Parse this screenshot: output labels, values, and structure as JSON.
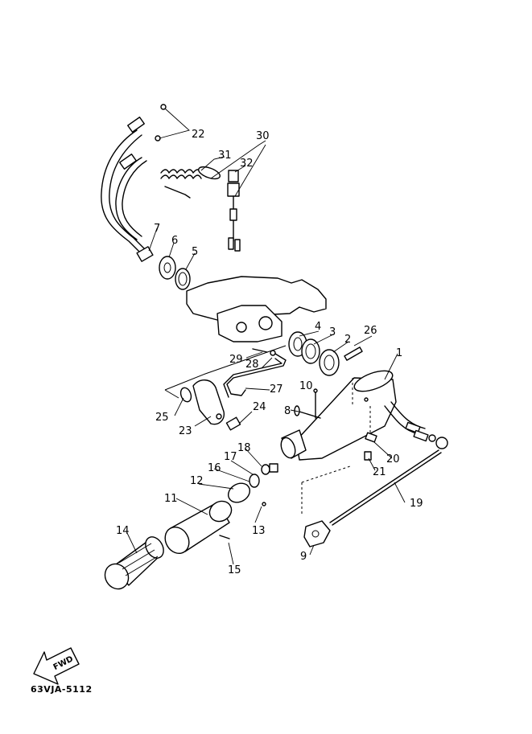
{
  "diagram": {
    "doc_code": "63VJA-5112",
    "fwd_label": "FWD",
    "parts": [
      {
        "id": "p1",
        "label": "1"
      },
      {
        "id": "p2",
        "label": "2"
      },
      {
        "id": "p3",
        "label": "3"
      },
      {
        "id": "p4",
        "label": "4"
      },
      {
        "id": "p5",
        "label": "5"
      },
      {
        "id": "p6",
        "label": "6"
      },
      {
        "id": "p7",
        "label": "7"
      },
      {
        "id": "p8",
        "label": "8"
      },
      {
        "id": "p9",
        "label": "9"
      },
      {
        "id": "p10",
        "label": "10"
      },
      {
        "id": "p11",
        "label": "11"
      },
      {
        "id": "p12",
        "label": "12"
      },
      {
        "id": "p13",
        "label": "13"
      },
      {
        "id": "p14",
        "label": "14"
      },
      {
        "id": "p15",
        "label": "15"
      },
      {
        "id": "p16",
        "label": "16"
      },
      {
        "id": "p17",
        "label": "17"
      },
      {
        "id": "p18",
        "label": "18"
      },
      {
        "id": "p19",
        "label": "19"
      },
      {
        "id": "p20",
        "label": "20"
      },
      {
        "id": "p21",
        "label": "21"
      },
      {
        "id": "p22",
        "label": "22"
      },
      {
        "id": "p23",
        "label": "23"
      },
      {
        "id": "p24",
        "label": "24"
      },
      {
        "id": "p25",
        "label": "25"
      },
      {
        "id": "p26",
        "label": "26"
      },
      {
        "id": "p27",
        "label": "27"
      },
      {
        "id": "p28",
        "label": "28"
      },
      {
        "id": "p29",
        "label": "29"
      },
      {
        "id": "p30",
        "label": "30"
      },
      {
        "id": "p31",
        "label": "31"
      },
      {
        "id": "p32",
        "label": "32"
      }
    ]
  }
}
